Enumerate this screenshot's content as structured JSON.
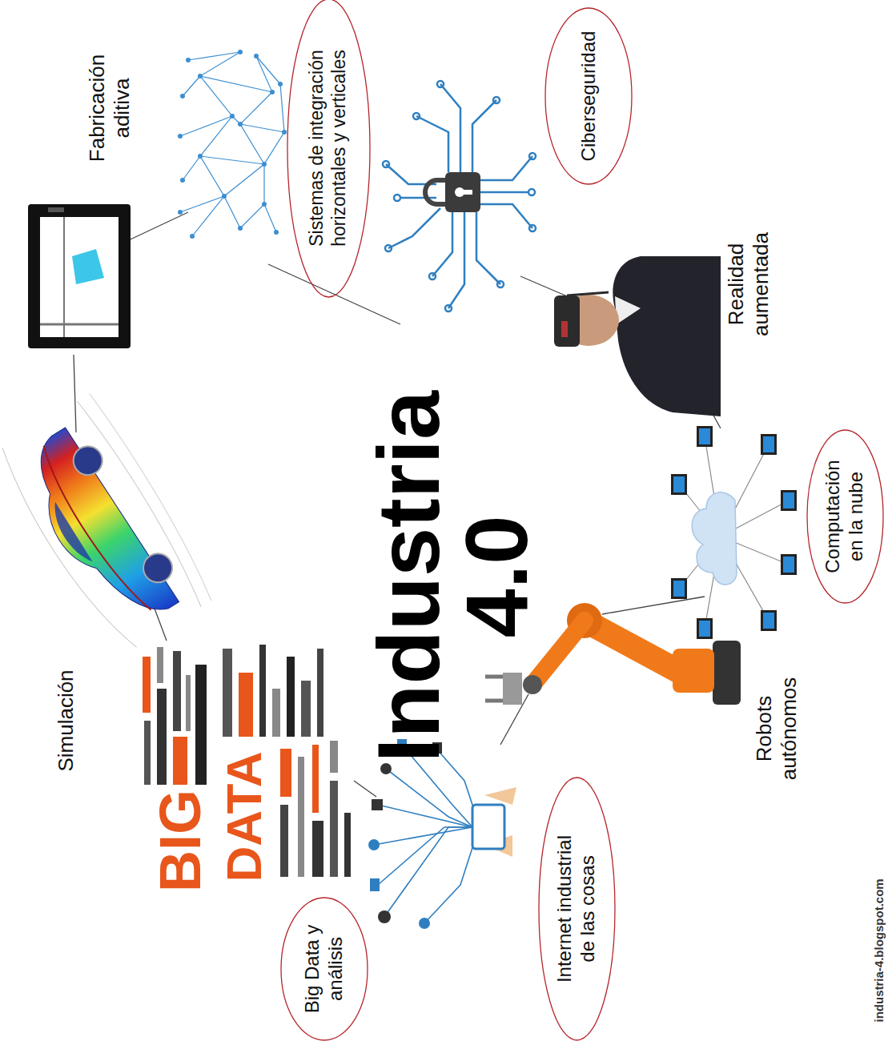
{
  "diagram": {
    "title": "Industria 4.0",
    "nodes": [
      {
        "text": [
          "Sistemas de integración horizontales y verticales"
        ]
      },
      {
        "text": [
          "Ciberseguridad"
        ]
      },
      {
        "text": [
          "Computación en la nube"
        ]
      },
      {
        "text": [
          "Internet industrial de las cosas"
        ]
      },
      {
        "text": [
          "Big Data y análisis"
        ]
      }
    ],
    "labels": [
      "Simulación",
      "Fabricación aditiva",
      "Realidad aumentada",
      "Robots autónomos",
      "BIG",
      "DATA",
      "industria-4.blogspot.com"
    ]
  }
}
